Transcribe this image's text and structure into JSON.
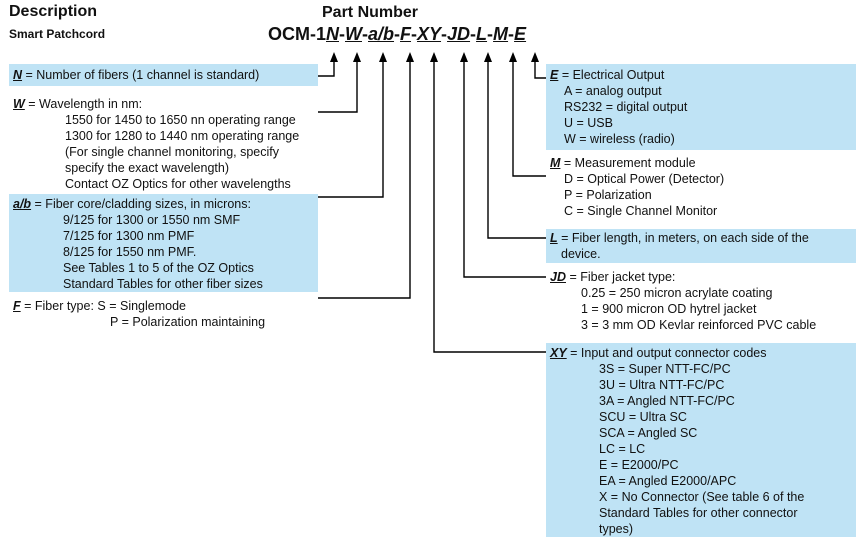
{
  "header": {
    "description": "Description",
    "product": "Smart Patchcord",
    "part_number_title": "Part Number",
    "part_number_prefix": "OCM-1",
    "codes": [
      "N",
      "W",
      "a/b",
      "F",
      "XY",
      "JD",
      "L",
      "M",
      "E"
    ],
    "separators": [
      "-",
      "-",
      "-",
      "-",
      "-",
      "-",
      "-",
      "-"
    ]
  },
  "legend": {
    "n": {
      "code": "N",
      "text": " = Number of fibers (1 channel is standard)"
    },
    "w": {
      "code": "W",
      "text": " = Wavelength in nm:",
      "lines": [
        "1550 for 1450 to 1650 nn operating range",
        "1300 for 1280 to 1440 nm operating range",
        "(For single channel monitoring, specify",
        "specify the exact wavelength)",
        "Contact OZ Optics for other wavelengths"
      ]
    },
    "ab": {
      "code": "a/b",
      "text": " = Fiber core/cladding sizes, in microns:",
      "lines": [
        "9/125 for 1300 or 1550 nm SMF",
        "7/125 for 1300 nm PMF",
        "8/125 for 1550 nm PMF.",
        "See Tables 1 to 5 of  the OZ Optics",
        "Standard Tables for other fiber sizes"
      ]
    },
    "f": {
      "code": "F",
      "text": " = Fiber type:  S = Singlemode",
      "lines": [
        "P = Polarization maintaining"
      ]
    },
    "e": {
      "code": "E",
      "text": " = Electrical Output",
      "lines": [
        "A = analog output",
        "RS232 = digital output",
        "U = USB",
        "W = wireless (radio)"
      ]
    },
    "m": {
      "code": "M",
      "text": " = Measurement module",
      "lines": [
        "D = Optical Power (Detector)",
        "P = Polarization",
        "C = Single Channel Monitor"
      ]
    },
    "l": {
      "code": "L",
      "text": " = Fiber length, in meters, on each side of the",
      "lines": [
        "device."
      ]
    },
    "jd": {
      "code": "JD",
      "text": " = Fiber jacket type:",
      "lines": [
        "0.25 = 250 micron acrylate coating",
        "1 = 900 micron OD hytrel jacket",
        "3 = 3 mm OD Kevlar reinforced PVC cable"
      ]
    },
    "xy": {
      "code": "XY",
      "text": " = Input and output connector codes",
      "lines": [
        "3S = Super NTT-FC/PC",
        "3U = Ultra NTT-FC/PC",
        "3A = Angled NTT-FC/PC",
        "SCU = Ultra SC",
        "SCA = Angled SC",
        "LC = LC",
        "E = E2000/PC",
        "EA = Angled E2000/APC",
        "X = No Connector  (See table 6 of the",
        "Standard Tables for other connector",
        "types)"
      ]
    }
  },
  "colors": {
    "box_fill": "#bfe3f5",
    "line": "#000000"
  }
}
